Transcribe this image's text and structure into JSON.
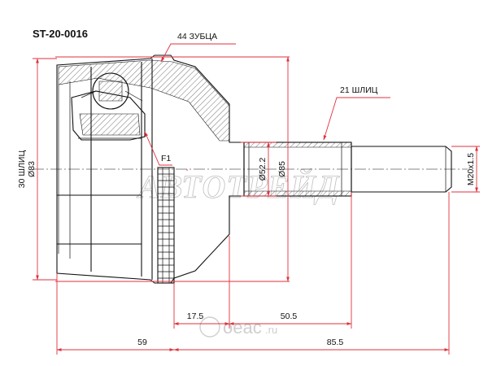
{
  "part_number": "ST-20-0016",
  "labels": {
    "teeth": "44 ЗУБЦА",
    "outer_splines": "21 ШЛИЦ",
    "inner_splines": "30 ШЛИЦ",
    "outer_diameter": "Ø83",
    "f1": "F1",
    "diam_52": "Ø52.2",
    "diam_85": "Ø85",
    "thread": "M20x1.5"
  },
  "dimensions": {
    "d_17_5": "17.5",
    "d_50_5": "50.5",
    "d_59": "59",
    "d_85_5": "85.5"
  },
  "watermarks": {
    "brand": "АВТОТРЕЙД",
    "site_name": "oeac",
    "site_tld": ".ru"
  }
}
